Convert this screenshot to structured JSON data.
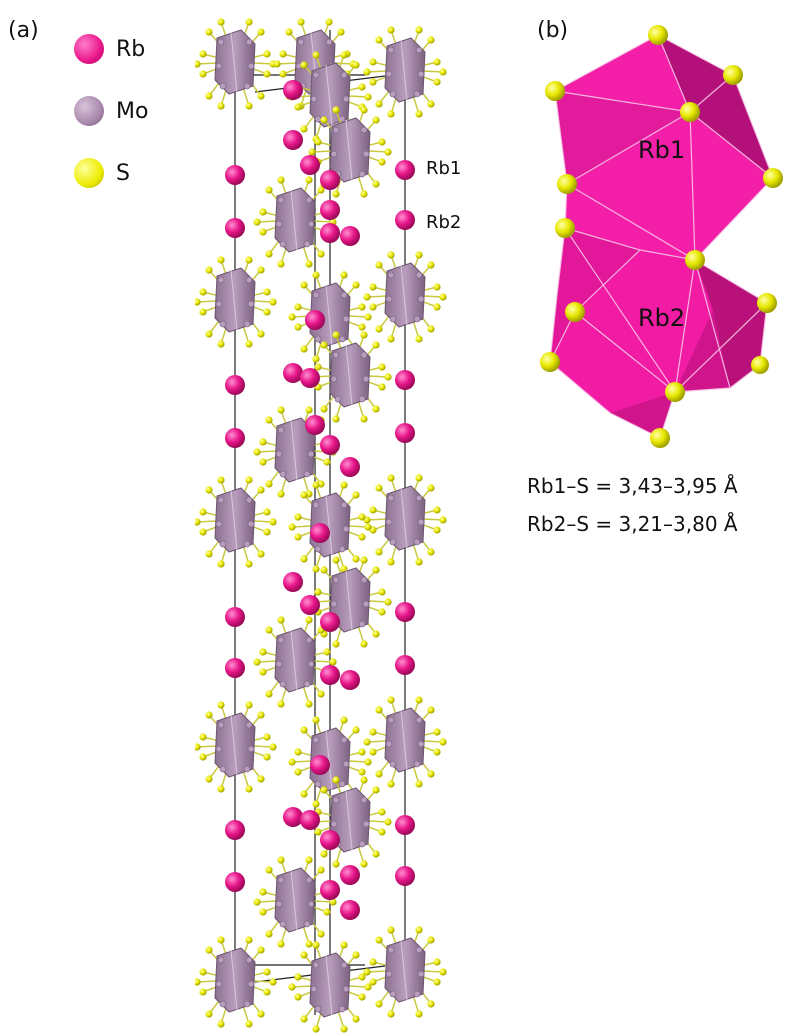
{
  "panels": {
    "a": "(a)",
    "b": "(b)"
  },
  "legend": [
    {
      "label": "Rb",
      "color": "#e8168a"
    },
    {
      "label": "Mo",
      "color": "#a888ac"
    },
    {
      "label": "S",
      "color": "#ecec00"
    }
  ],
  "structure": {
    "site_labels": [
      "Rb1",
      "Rb2"
    ]
  },
  "polyhedra": {
    "rb1": "Rb1",
    "rb2": "Rb2",
    "color": "#f01aa0"
  },
  "distances": [
    "Rb1–S = 3,43–3,95 Å",
    "Rb2–S = 3,21–3,80 Å"
  ]
}
